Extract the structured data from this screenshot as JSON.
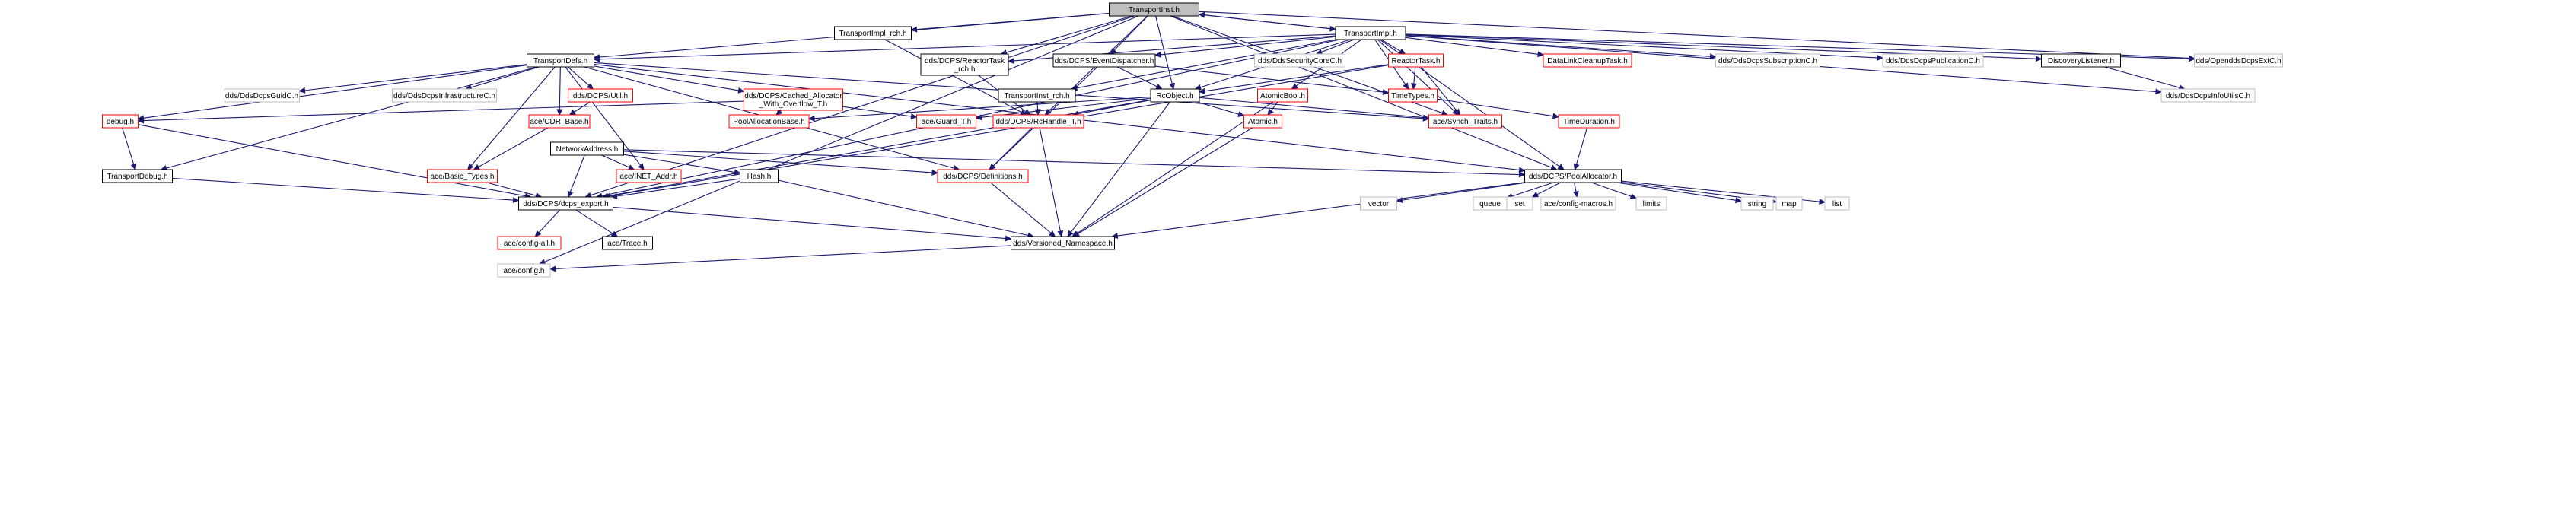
{
  "graph": {
    "colors": {
      "edge": "#191970",
      "black": "#000000",
      "red": "#ff0000",
      "grey": "#bfbfbf",
      "root_fill": "#bfbfbf",
      "fill": "#ffffff"
    },
    "nodes": [
      {
        "id": "transportinst_h",
        "lines": [
          "TransportInst.h"
        ],
        "style": "root"
      },
      {
        "id": "transportimpl_rch_h",
        "lines": [
          "TransportImpl_rch.h"
        ],
        "style": "black"
      },
      {
        "id": "transportimpl_h",
        "lines": [
          "TransportImpl.h"
        ],
        "style": "black"
      },
      {
        "id": "transportdefs_h",
        "lines": [
          "TransportDefs.h"
        ],
        "style": "black"
      },
      {
        "id": "reactortask_rch_h",
        "lines": [
          "dds/DCPS/ReactorTask",
          "_rch.h"
        ],
        "style": "black"
      },
      {
        "id": "eventdispatcher_h",
        "lines": [
          "dds/DCPS/EventDispatcher.h"
        ],
        "style": "black"
      },
      {
        "id": "securitycorec_h",
        "lines": [
          "dds/DdsSecurityCoreC.h"
        ],
        "style": "grey"
      },
      {
        "id": "reactortask_h",
        "lines": [
          "ReactorTask.h"
        ],
        "style": "red"
      },
      {
        "id": "datalinkcleanuptask_h",
        "lines": [
          "DataLinkCleanupTask.h"
        ],
        "style": "red"
      },
      {
        "id": "subscriptionc_h",
        "lines": [
          "dds/DdsDcpsSubscriptionC.h"
        ],
        "style": "grey"
      },
      {
        "id": "publicationc_h",
        "lines": [
          "dds/DdsDcpsPublicationC.h"
        ],
        "style": "grey"
      },
      {
        "id": "discoverylistener_h",
        "lines": [
          "DiscoveryListener.h"
        ],
        "style": "black"
      },
      {
        "id": "opendddsdcpsextc_h",
        "lines": [
          "dds/OpenddsDcpsExtC.h"
        ],
        "style": "grey"
      },
      {
        "id": "infoutilsc_h",
        "lines": [
          "dds/DdsDcpsInfoUtilsC.h"
        ],
        "style": "grey"
      },
      {
        "id": "guidc_h",
        "lines": [
          "dds/DdsDcpsGuidC.h"
        ],
        "style": "grey"
      },
      {
        "id": "infrastructurec_h",
        "lines": [
          "dds/DdsDcpsInfrastructureC.h"
        ],
        "style": "grey"
      },
      {
        "id": "util_h",
        "lines": [
          "dds/DCPS/Util.h"
        ],
        "style": "red"
      },
      {
        "id": "cached_allocator_h",
        "lines": [
          "dds/DCPS/Cached_Allocator",
          "_With_Overflow_T.h"
        ],
        "style": "red"
      },
      {
        "id": "transportinst_rch_h",
        "lines": [
          "TransportInst_rch.h"
        ],
        "style": "black"
      },
      {
        "id": "rcobject_h",
        "lines": [
          "RcObject.h"
        ],
        "style": "black"
      },
      {
        "id": "atomicbool_h",
        "lines": [
          "AtomicBool.h"
        ],
        "style": "red"
      },
      {
        "id": "timetypes_h",
        "lines": [
          "TimeTypes.h"
        ],
        "style": "red"
      },
      {
        "id": "debug_h",
        "lines": [
          "debug.h"
        ],
        "style": "red"
      },
      {
        "id": "cdr_base_h",
        "lines": [
          "ace/CDR_Base.h"
        ],
        "style": "red"
      },
      {
        "id": "poolallocationbase_h",
        "lines": [
          "PoolAllocationBase.h"
        ],
        "style": "red"
      },
      {
        "id": "guard_t_h",
        "lines": [
          "ace/Guard_T.h"
        ],
        "style": "red"
      },
      {
        "id": "rchandle_t_h",
        "lines": [
          "dds/DCPS/RcHandle_T.h"
        ],
        "style": "red"
      },
      {
        "id": "atomic_h",
        "lines": [
          "Atomic.h"
        ],
        "style": "red"
      },
      {
        "id": "synch_traits_h",
        "lines": [
          "ace/Synch_Traits.h"
        ],
        "style": "red"
      },
      {
        "id": "timeduration_h",
        "lines": [
          "TimeDuration.h"
        ],
        "style": "red"
      },
      {
        "id": "networkaddress_h",
        "lines": [
          "NetworkAddress.h"
        ],
        "style": "black"
      },
      {
        "id": "transportdebug_h",
        "lines": [
          "TransportDebug.h"
        ],
        "style": "black"
      },
      {
        "id": "basic_types_h",
        "lines": [
          "ace/Basic_Types.h"
        ],
        "style": "red"
      },
      {
        "id": "inet_addr_h",
        "lines": [
          "ace/INET_Addr.h"
        ],
        "style": "red"
      },
      {
        "id": "hash_h",
        "lines": [
          "Hash.h"
        ],
        "style": "black"
      },
      {
        "id": "definitions_h",
        "lines": [
          "dds/DCPS/Definitions.h"
        ],
        "style": "red"
      },
      {
        "id": "poolallocator_h",
        "lines": [
          "dds/DCPS/PoolAllocator.h"
        ],
        "style": "black"
      },
      {
        "id": "vector",
        "lines": [
          "vector"
        ],
        "style": "grey"
      },
      {
        "id": "queue",
        "lines": [
          "queue"
        ],
        "style": "grey"
      },
      {
        "id": "set",
        "lines": [
          "set"
        ],
        "style": "grey"
      },
      {
        "id": "config_macros_h",
        "lines": [
          "ace/config-macros.h"
        ],
        "style": "grey"
      },
      {
        "id": "limits",
        "lines": [
          "limits"
        ],
        "style": "grey"
      },
      {
        "id": "string",
        "lines": [
          "string"
        ],
        "style": "grey"
      },
      {
        "id": "map",
        "lines": [
          "map"
        ],
        "style": "grey"
      },
      {
        "id": "list",
        "lines": [
          "list"
        ],
        "style": "grey"
      },
      {
        "id": "dcps_export_h",
        "lines": [
          "dds/DCPS/dcps_export.h"
        ],
        "style": "black"
      },
      {
        "id": "config_all_h",
        "lines": [
          "ace/config-all.h"
        ],
        "style": "red"
      },
      {
        "id": "trace_h",
        "lines": [
          "ace/Trace.h"
        ],
        "style": "black"
      },
      {
        "id": "versioned_namespace_h",
        "lines": [
          "dds/Versioned_Namespace.h"
        ],
        "style": "black"
      },
      {
        "id": "config_h",
        "lines": [
          "ace/config.h"
        ],
        "style": "grey"
      }
    ]
  }
}
